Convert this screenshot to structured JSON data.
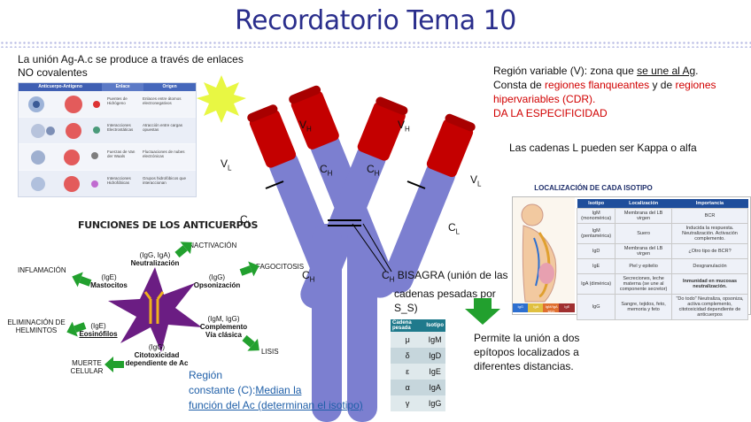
{
  "title": "Recordatorio Tema 10",
  "intro": {
    "line1": "La unión Ag-A.c se produce a través de enlaces",
    "line2": "NO covalentes"
  },
  "bond_table": {
    "headers": [
      "Anticuerpo-Antígeno",
      "Enlace",
      "Origen"
    ],
    "rows": [
      {
        "bond": "Puentes de Hidrógeno",
        "origin": "Enlaces entre átomos electronegativos"
      },
      {
        "bond": "Interacciones Electrostáticas",
        "origin": "Atracción entre cargas opuestas"
      },
      {
        "bond": "Fuerzas de Van der Waals",
        "origin": "Fluctuaciones de nubes electrónicas"
      },
      {
        "bond": "Interacciones Hidrofóbicas",
        "origin": "Grupos hidrofóbicos que interaccionan"
      }
    ]
  },
  "variable_region": {
    "line1_a": "Región variable (V): zona que ",
    "line1_b": "se une al Ag",
    "line1_c": ".",
    "line2_a": "Consta de ",
    "line2_b": "regiones flanqueantes",
    "line2_c": " y de ",
    "line2_d": "regiones",
    "line3": "hipervariables (CDR).",
    "line4": "DA LA ESPECIFICIDAD"
  },
  "light_chains": "Las cadenas L pueden ser Kappa o alfa",
  "antibody_labels": {
    "vh": "V",
    "vl": "V",
    "ch": "C",
    "cl": "C",
    "sub_h": "H",
    "sub_l": "L"
  },
  "hinge": {
    "line1": "BISAGRA (unión de las",
    "line2": "cadenas pesadas por",
    "line3": "S_S)"
  },
  "permits": {
    "line1": "Permite la unión a dos",
    "line2": "epítopos localizados a",
    "line3": "diferentes distancias."
  },
  "constant_region": {
    "line1": "Región",
    "line2": "constante (C):",
    "line2_link": "Median la",
    "line3_link": "función del Ac (determinan el isotipo)"
  },
  "functions": {
    "title": "FUNCIONES DE LOS ANTICUERPOS",
    "items": [
      {
        "tag": "(IgG, IgA)",
        "name": "Neutralización",
        "outcome": "INACTIVACIÓN"
      },
      {
        "tag": "(IgG)",
        "name": "Opsonización",
        "outcome": "FAGOCITOSIS"
      },
      {
        "tag": "(IgM, IgG)",
        "name": "Complemento Vía clásica",
        "outcome": "LISIS"
      },
      {
        "tag": "(IgG)",
        "name": "Citotoxicidad dependiente de Ac",
        "outcome": "MUERTE CELULAR"
      },
      {
        "tag": "(IgE)",
        "name": "Eosinófilos",
        "outcome": "ELIMINACIÓN DE HELMINTOS"
      },
      {
        "tag": "(IgE)",
        "name": "Mastocitos",
        "outcome": "INFLAMACIÓN"
      }
    ]
  },
  "isotype_location": {
    "title": "LOCALIZACIÓN DE CADA ISOTIPO",
    "headers": [
      "Isotipo",
      "Localización",
      "Importancia"
    ],
    "rows": [
      [
        "IgM (monomérica)",
        "Membrana del LB virgen",
        "BCR"
      ],
      [
        "IgM (pentamérica)",
        "Suero",
        "Inducida la respuesta. Neutralización. Activación complemento."
      ],
      [
        "IgD",
        "Membrana del LB virgen",
        "¿Otro tipo de BCR?"
      ],
      [
        "IgE",
        "Piel y epitelio",
        "Desgranulación"
      ],
      [
        "IgA (dimérica)",
        "Secreciones, leche materna (se une al componente secretor)",
        "Inmunidad en mucosas neutralización."
      ],
      [
        "IgG",
        "Sangre, tejidos, feto, memoria y feto",
        "\"Do todo\" Neutraliza, opsoniza, activa complemento, citotoxicidad dependiente de anticuerpos"
      ]
    ],
    "legend": [
      "IgG",
      "IgA",
      "IgM/IgA secr.",
      "IgE"
    ]
  },
  "chain_table": {
    "headers": [
      "Cadena pesada",
      "Isotipo"
    ],
    "rows": [
      [
        "μ",
        "IgM"
      ],
      [
        "δ",
        "IgD"
      ],
      [
        "ε",
        "IgE"
      ],
      [
        "α",
        "IgA"
      ],
      [
        "γ",
        "IgG"
      ]
    ]
  },
  "colors": {
    "title": "#2a2e8c",
    "heavy_chain": "#7c7fd0",
    "variable": "#c40000",
    "arrow_green": "#22a02e",
    "star": "#6b1d83",
    "link": "#1f5fa8"
  }
}
